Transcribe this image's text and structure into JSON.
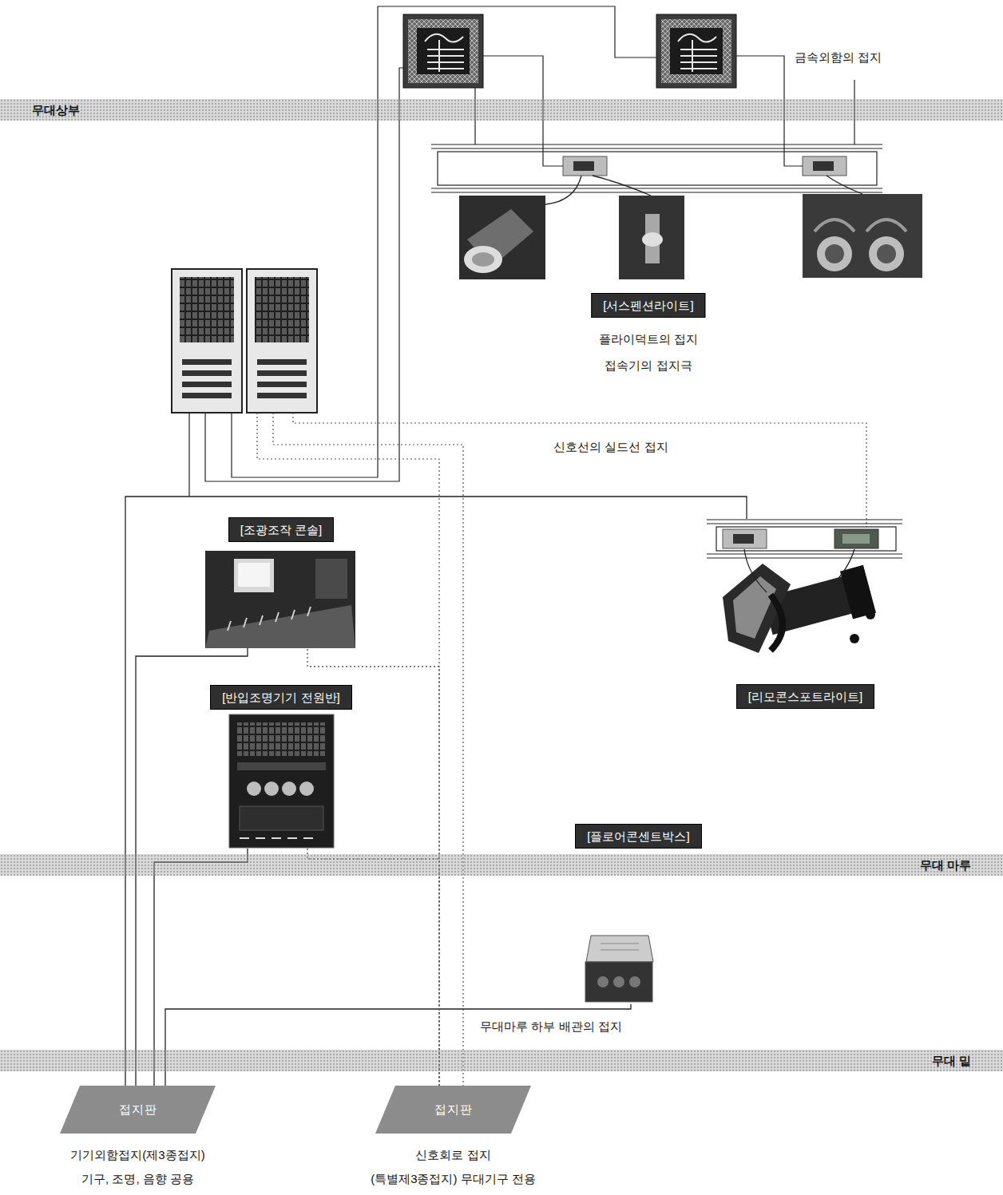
{
  "diagram": {
    "nodes": [
      {
        "text": [
          "무대상부"
        ]
      },
      {
        "text": [
          "[서스펜션라이트]"
        ]
      },
      {
        "text": [
          "[조광조작 콘솔]"
        ]
      },
      {
        "text": [
          "[리모콘스포트라이트]"
        ]
      },
      {
        "text": [
          "[반입조명기기 전원반]"
        ]
      },
      {
        "text": [
          "[플로어콘센트박스]"
        ]
      },
      {
        "text": [
          "무대 마루"
        ]
      },
      {
        "text": [
          "무대 밑"
        ]
      },
      {
        "text": [
          "접지판",
          "기기외함접지(제3종접지) 기구, 조명, 음향 공용"
        ]
      },
      {
        "text": [
          "접지판",
          "신호회로 접지(특별제3종접지) 무대기구 전용"
        ]
      }
    ],
    "edges": [
      {
        "from": 8,
        "to": 2,
        "arrow": "none"
      },
      {
        "from": 8,
        "to": 3,
        "arrow": "none"
      },
      {
        "from": 8,
        "to": 4,
        "arrow": "none"
      },
      {
        "from": 8,
        "to": 5,
        "label": "무대마루 하부 배관의 접지",
        "arrow": "none"
      },
      {
        "from": 9,
        "to": 2,
        "arrow": "none"
      },
      {
        "from": 9,
        "to": 4,
        "arrow": "none"
      }
    ],
    "labels": [
      "금속외함의 접지",
      "플라이덕트의 접지",
      "접속기의 접지극",
      "신호선의 실드선 접지"
    ]
  }
}
